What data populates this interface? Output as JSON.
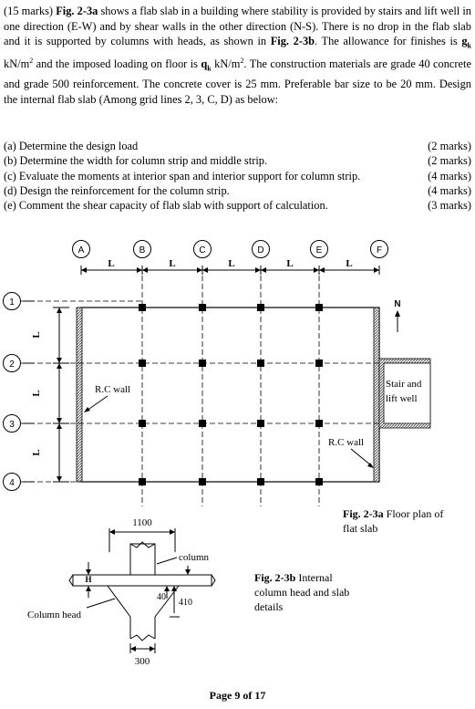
{
  "intro": {
    "lead": "(15 marks)",
    "fig_a": "Fig. 2-3a",
    "t1": " shows a flab slab in a building where stability is provided by stairs and lift well in one direction (E-W) and by shear walls in the other direction (N-S). There is no drop in the flab slab and it is supported by columns with heads, as shown in ",
    "fig_b": "Fig. 2-3b",
    "t2": ". The allowance for finishes is ",
    "gk": "g",
    "gk_sub": "k",
    "t3": " kN/m",
    "t3_sup": "2",
    "t4": " and the imposed loading on floor is ",
    "qk": "q",
    "qk_sub": "k",
    "t5": " kN/m",
    "t5_sup": "2",
    "t6": ". The construction materials are grade 40 concrete and grade 500 reinforcement. The concrete cover is 25 mm. Preferable bar size to be 20 mm. Design the internal flab slab (Among grid lines 2, 3, C, D) as below:"
  },
  "parts": [
    {
      "text": "(a) Determine the design load",
      "marks": "(2 marks)"
    },
    {
      "text": "(b) Determine the width for column strip and middle strip.",
      "marks": "(2 marks)"
    },
    {
      "text": "(c) Evaluate the moments at interior span and interior support for column strip.",
      "marks": "(4 marks)"
    },
    {
      "text": "(d) Design the reinforcement for the column strip.",
      "marks": "(4 marks)"
    },
    {
      "text": "(e) Comment the shear capacity of flab slab with support of calculation.",
      "marks": "(3 marks)"
    }
  ],
  "plan": {
    "grid_cols": [
      "A",
      "B",
      "C",
      "D",
      "E",
      "F"
    ],
    "grid_rows": [
      "1",
      "2",
      "3",
      "4"
    ],
    "span_label": "L",
    "north": "N",
    "rc_wall_left": "R.C wall",
    "rc_wall_right": "R.C wall",
    "stair_1": "Stair and",
    "stair_2": "lift well",
    "caption_bold": "Fig. 2-3a",
    "caption_rest": " Floor plan of",
    "caption_line2": "flat slab"
  },
  "detail": {
    "dim_top": "1100",
    "column": "column",
    "h": "H",
    "d40": "40",
    "d410": "410",
    "column_head": "Column head",
    "dim_bottom": "300",
    "caption_bold": "Fig. 2-3b",
    "caption_rest": " Internal",
    "caption_line2": "column head and slab",
    "caption_line3": "details"
  },
  "footer": "Page 9 of 17"
}
